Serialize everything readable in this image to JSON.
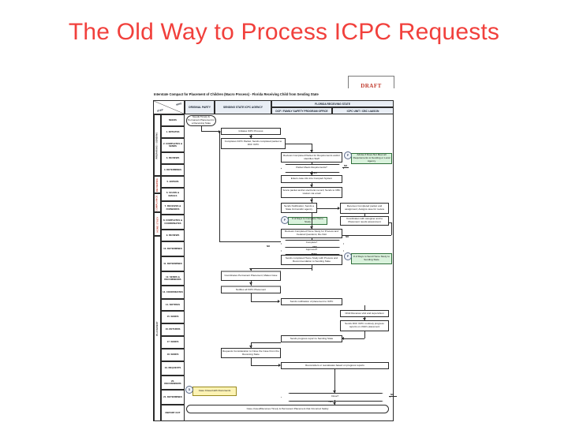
{
  "slide": {
    "title": "The Old Way to Process ICPC Requests",
    "title_color": "#F1403C",
    "draft_badge": "DRAFT"
  },
  "diagram": {
    "caption": "Interstate Compact for Placement of Children (Macro Process) - Florida Receiving Child from Sending State",
    "swimlane_headers": {
      "corner_top": "WHO",
      "corner_bottom": "STEP",
      "columns": [
        {
          "label": "ORIGINAL PARTY"
        },
        {
          "label": "SENDING STATE ICPC AGENCY"
        },
        {
          "label": "FLORIDA RECEIVING STATE",
          "sub": [
            "DCF / FAMILY SAFETY PROGRAM OFFICE",
            "ICPC UNIT / CBC LIAISON"
          ]
        }
      ]
    },
    "phase_bands": [
      {
        "label": "PREPARING / SENDING",
        "color": "#333333"
      },
      {
        "label": "REVIEWING",
        "color": "#C0392B"
      },
      {
        "label": "COMPLIANCE",
        "color": "#C0392B"
      },
      {
        "label": "HOME STUDY",
        "color": "#C0392B"
      },
      {
        "label": "PLACEMENT",
        "color": "#333333"
      }
    ],
    "steps": [
      "NEEDS",
      "1. INITIATES",
      "2. COMPLETES & SENDS",
      "3. REVIEWS",
      "4. DETERMINES",
      "5. ENTERS",
      "6. SCANS & EMAILS",
      "7. RECEIVES & FORWARDS",
      "8. COMPLETES & COORDINATES",
      "9. REVIEWS",
      "10. DETERMINES",
      "11. DETERMINES",
      "12. SENDS & RECOMMENDS",
      "13. COORDINATES",
      "14. NOTIFIES",
      "15. SENDS",
      "16. RETURNS",
      "17. SENDS",
      "18. SENDS",
      "19. REQUESTS",
      "20. RECONSIDERS",
      "21. DETERMINES",
      "REPORT OUT"
    ],
    "nodes": [
      {
        "id": "start",
        "text": "Needs Timely & Permanent Placement in a Receiving State"
      },
      {
        "id": "initiate",
        "text": "Initiates ICPC Process"
      },
      {
        "id": "packet",
        "text": "Completes ICPC Packet; Sends completed packet to DCF ICPC"
      },
      {
        "id": "review1",
        "text": "Reviews Completed Packet for Requirements and/or identifies Staff"
      },
      {
        "id": "enter",
        "text": "Enters case info into Compact System"
      },
      {
        "id": "scan",
        "text": "Scans packet and/or electronic record; Sends to CBC Liaison via email"
      },
      {
        "id": "forward",
        "text": "Sends Notification; Sends a State Unit and/or agency"
      },
      {
        "id": "receive",
        "text": "Receives Completed packet and assignment; Assigns case for review"
      },
      {
        "id": "coordinate",
        "text": "Coordinates with caregiver and to Placement needs assessment"
      },
      {
        "id": "homestudy",
        "text": "Reviews Completed Home Study for Process and Federal Questions; Re-Visit"
      },
      {
        "id": "sendrec",
        "text": "Sends completed Home Study with Process and Recommendation to Sending State"
      },
      {
        "id": "coordplace",
        "text": "Coordinates Permanent Placement; Makes Case"
      },
      {
        "id": "notify",
        "text": "Notifies all ICPC Placement"
      },
      {
        "id": "notifyicpc",
        "text": "Sends notification of placement to ICPC"
      },
      {
        "id": "supervise",
        "text": "Child Receives visit and supervision"
      },
      {
        "id": "progress",
        "text": "Sends DCF ICPC routinely progress reports on child's placement"
      },
      {
        "id": "sendprog",
        "text": "Sends progress report to Sending State"
      },
      {
        "id": "request",
        "text": "Requests Consideration to Close the Case From the Receiving State"
      },
      {
        "id": "recon",
        "text": "Reconsiders or reevaluates based on progress reports"
      },
      {
        "id": "closed",
        "text": "Case Closed with Documents"
      },
      {
        "id": "end",
        "text": "Case closed/Receives Timely & Permanent Placement that Occurred Safely"
      },
      {
        "id": "green1",
        "text": "Advise if Does Not Meet all Requirements to Sending or Local Agency"
      },
      {
        "id": "green2",
        "text": "# of Days to Complete Home Study"
      },
      {
        "id": "green3",
        "text": "# of Days to Send Home Study to Sending State"
      }
    ],
    "decisions": [
      {
        "id": "dec1",
        "text": "Packet Meets Requirements?",
        "yes": "YES",
        "no": "NO"
      },
      {
        "id": "dec2",
        "text": "Complete?",
        "yes": "YES",
        "no": "NO"
      },
      {
        "id": "dec3",
        "text": "Approved?",
        "yes": "YES",
        "no": "NO"
      },
      {
        "id": "dec4",
        "text": "Close?",
        "yes": "YES",
        "no": "NO"
      }
    ],
    "connectors": [
      {
        "id": "p1",
        "label": "P"
      },
      {
        "id": "p2",
        "label": "P"
      },
      {
        "id": "p3",
        "label": "P"
      },
      {
        "id": "p4",
        "label": "D"
      }
    ]
  }
}
